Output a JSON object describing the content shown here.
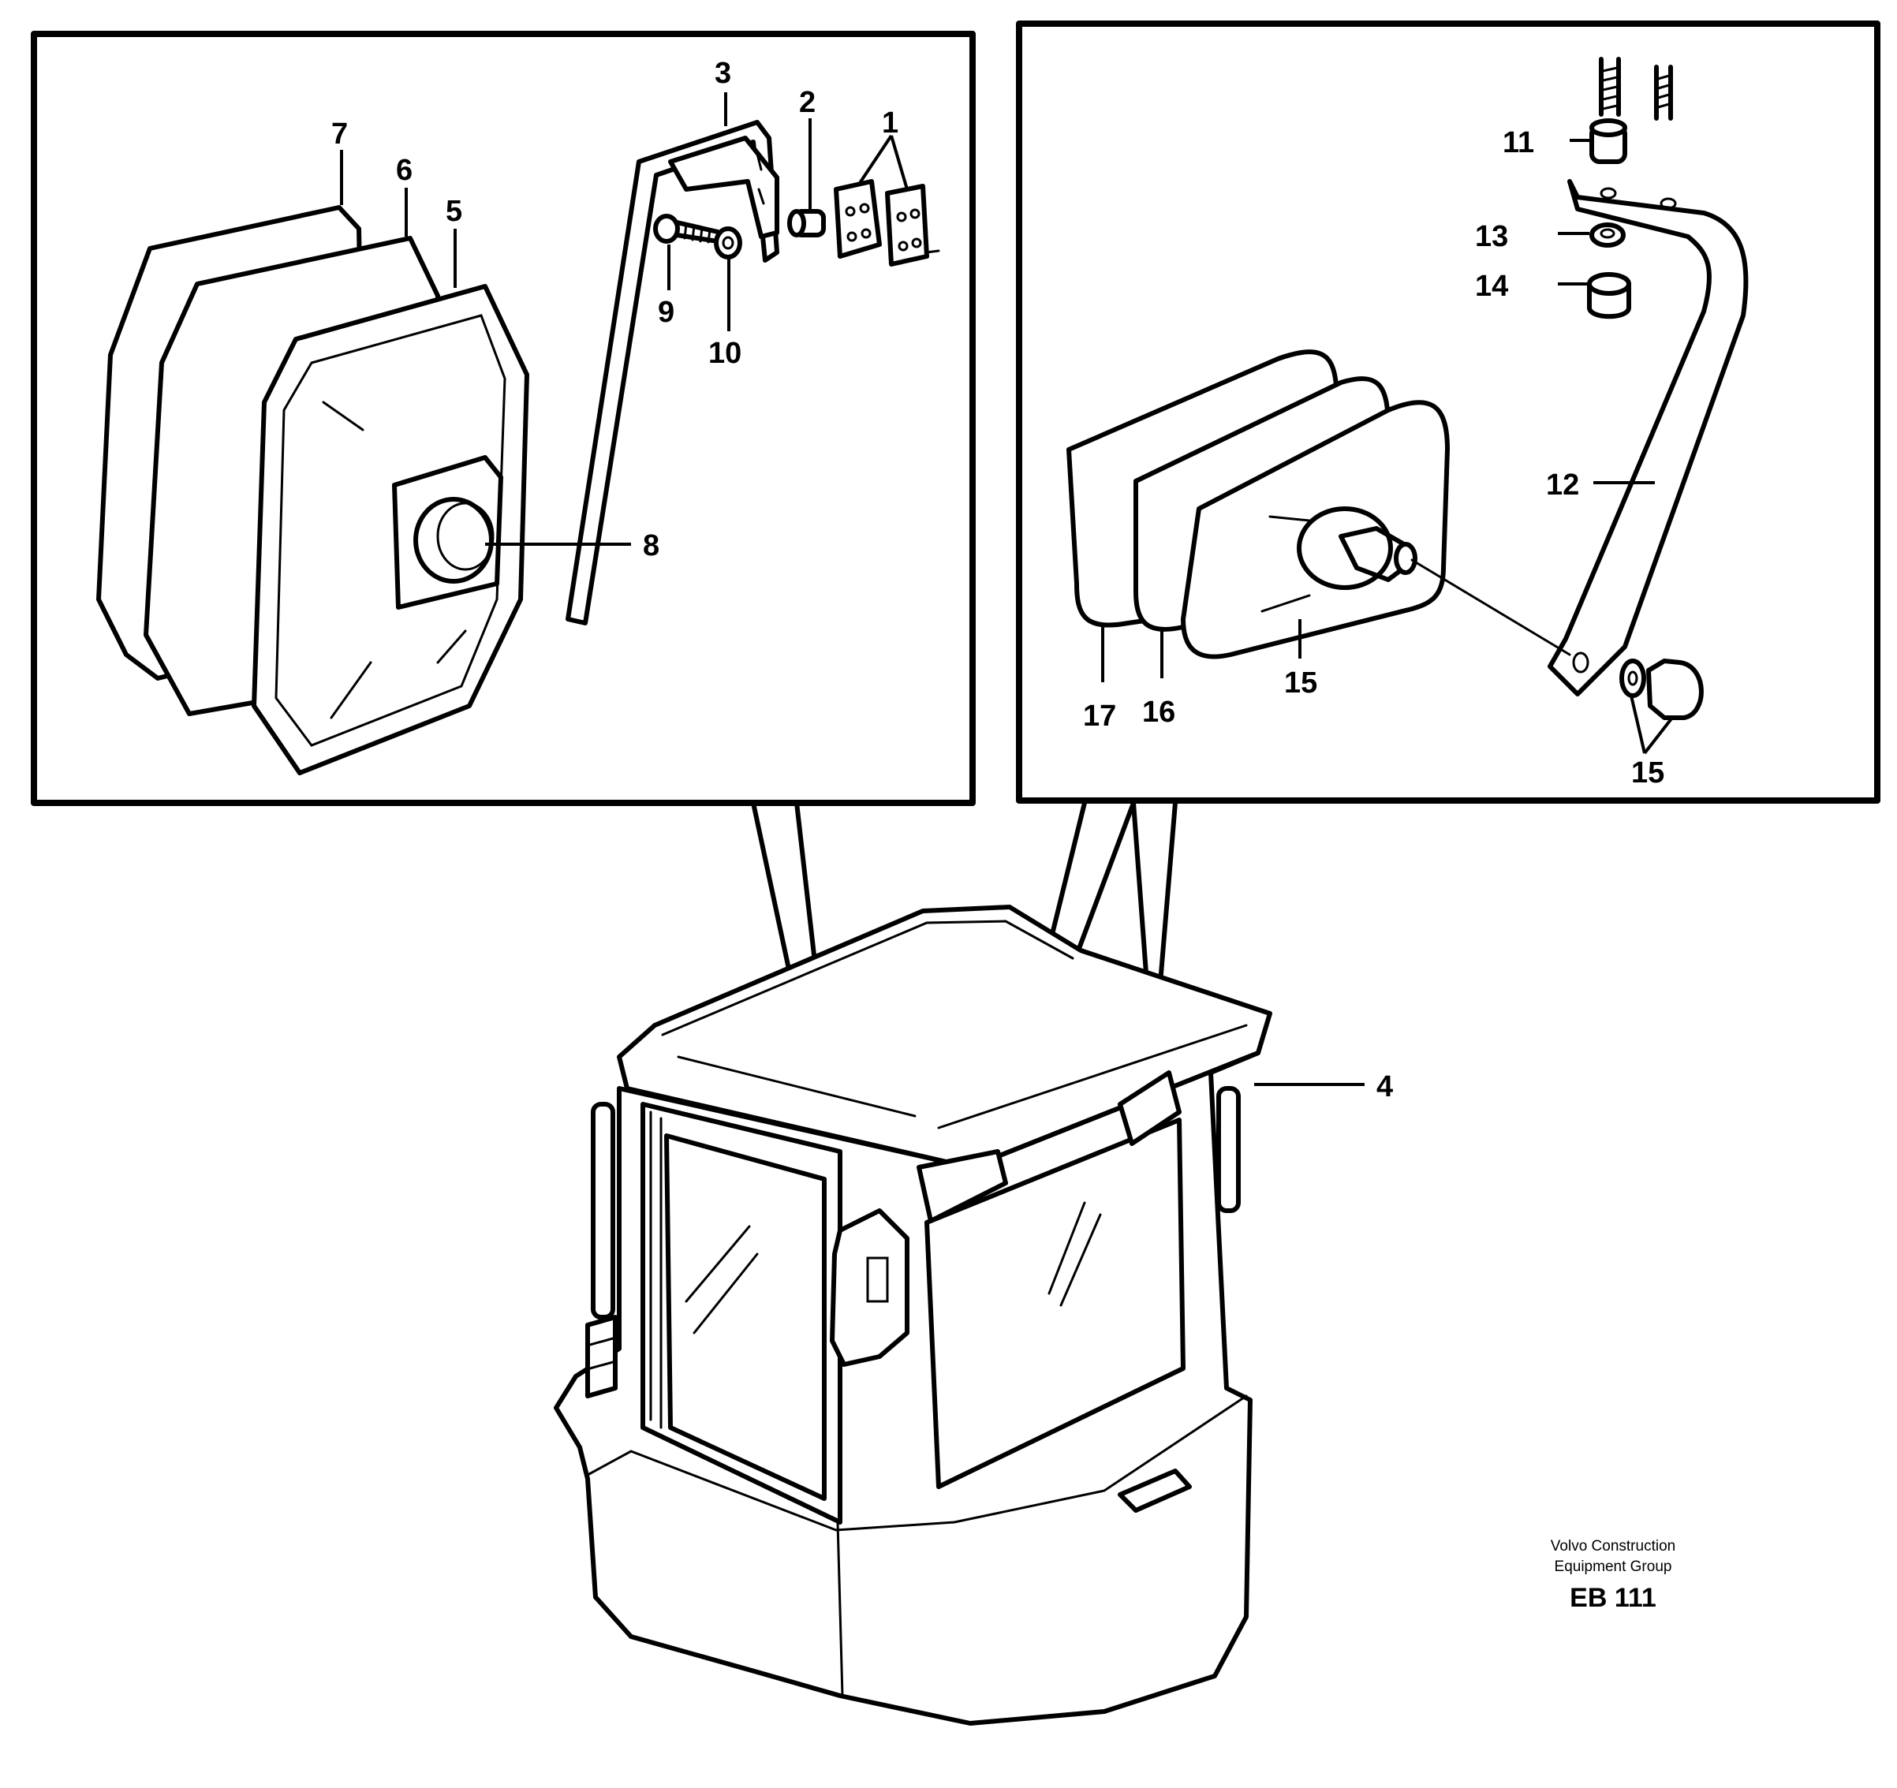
{
  "drawing": {
    "callouts": [
      "1",
      "2",
      "3",
      "4",
      "5",
      "6",
      "7",
      "8",
      "9",
      "10",
      "11",
      "12",
      "13",
      "14",
      "15",
      "15",
      "16",
      "17"
    ],
    "caption_line1": "Volvo Construction",
    "caption_line2": "Equipment Group",
    "drawing_code": "EB 111"
  }
}
